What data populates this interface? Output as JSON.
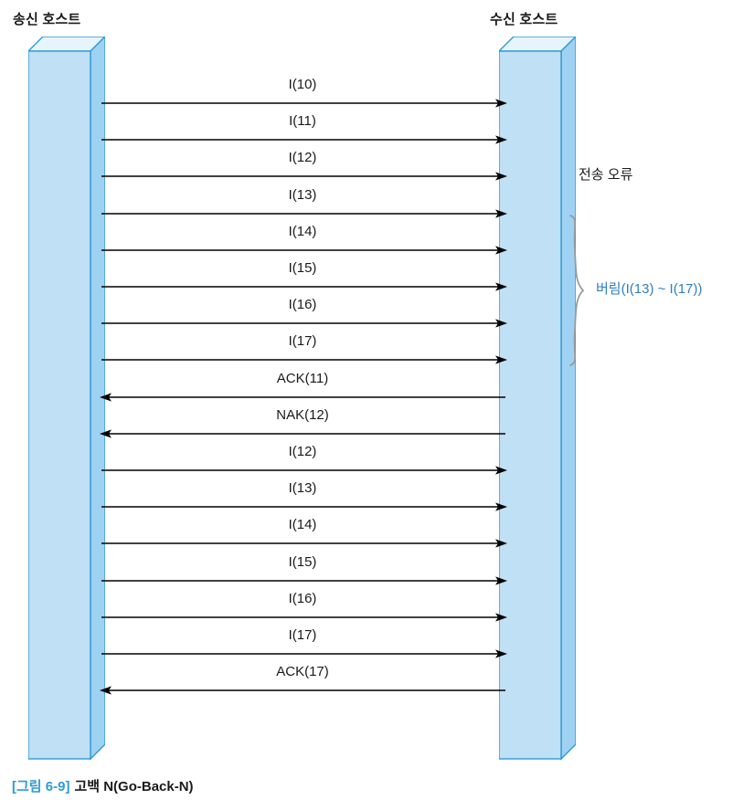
{
  "diagram": {
    "type": "sequence-diagram",
    "protocol": "Go-Back-N",
    "sender": {
      "label": "송신 호스트"
    },
    "receiver": {
      "label": "수신 호스트"
    },
    "messages": [
      {
        "label": "I(10)",
        "direction": "right"
      },
      {
        "label": "I(11)",
        "direction": "right"
      },
      {
        "label": "I(12)",
        "direction": "right"
      },
      {
        "label": "I(13)",
        "direction": "right"
      },
      {
        "label": "I(14)",
        "direction": "right"
      },
      {
        "label": "I(15)",
        "direction": "right"
      },
      {
        "label": "I(16)",
        "direction": "right"
      },
      {
        "label": "I(17)",
        "direction": "right"
      },
      {
        "label": "ACK(11)",
        "direction": "left"
      },
      {
        "label": "NAK(12)",
        "direction": "left"
      },
      {
        "label": "I(12)",
        "direction": "right"
      },
      {
        "label": "I(13)",
        "direction": "right"
      },
      {
        "label": "I(14)",
        "direction": "right"
      },
      {
        "label": "I(15)",
        "direction": "right"
      },
      {
        "label": "I(16)",
        "direction": "right"
      },
      {
        "label": "I(17)",
        "direction": "right"
      },
      {
        "label": "ACK(17)",
        "direction": "left"
      }
    ],
    "annotations": {
      "transmission_error": "전송 오류",
      "discard": "버림(I(13) ~ I(17))"
    },
    "caption": {
      "number": "[그림 6-9]",
      "text": "고백 N(Go-Back-N)"
    },
    "colors": {
      "bar_front": "#bfe0f5",
      "bar_side": "#9fd2f2",
      "bar_top": "#e8f4fc",
      "bar_outline": "#2e9bd6",
      "accent_blue": "#2e9bd6",
      "annotation_blue": "#2e7fc0",
      "brace_gray": "#9a9a9a",
      "arrow_black": "#000000"
    }
  }
}
